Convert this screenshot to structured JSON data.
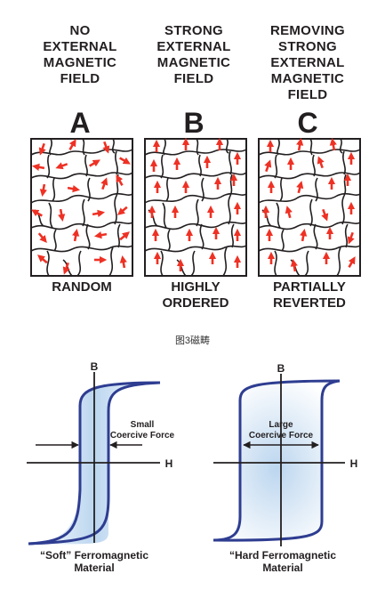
{
  "panels": [
    {
      "caption": "NO\nEXTERNAL\nMAGNETIC\nFIELD",
      "letter": "A",
      "label": "RANDOM"
    },
    {
      "caption": "STRONG\nEXTERNAL\nMAGNETIC\nFIELD",
      "letter": "B",
      "label": "HIGHLY\nORDERED"
    },
    {
      "caption": "REMOVING\nSTRONG\nEXTERNAL\nMAGNETIC\nFIELD",
      "letter": "C",
      "label": "PARTIALLY\nREVERTED"
    }
  ],
  "figure_caption": "图3磁畴",
  "loops": {
    "left": {
      "b_label": "B",
      "h_label": "H",
      "note_line1": "Small",
      "note_line2": "Coercive Force",
      "title_line1": "“Soft” Ferromagnetic",
      "title_line2": "Material"
    },
    "right": {
      "b_label": "B",
      "h_label": "H",
      "note_line1": "Large",
      "note_line2": "Coercive Force",
      "title_line1": "“Hard Ferromagnetic",
      "title_line2": "Material"
    }
  },
  "colors": {
    "arrow": "#ee3124",
    "loop": "#2e3d91",
    "fill": "#bcd6ef",
    "ink": "#231f20"
  },
  "domain_arrow_directions": {
    "A": "random",
    "B": "up",
    "C": "mostly-up"
  }
}
